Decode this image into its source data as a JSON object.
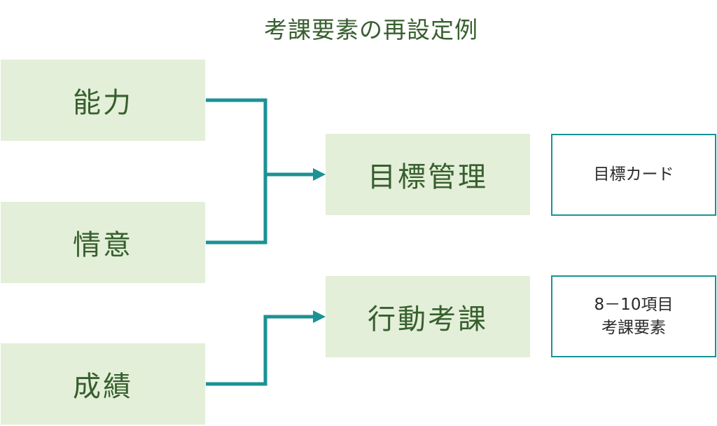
{
  "title": "考課要素の再設定例",
  "colors": {
    "text": "#375f2e",
    "box_fill": "#e3efd8",
    "connector": "#1a9296",
    "output_border": "#1a9296"
  },
  "inputs": [
    "能力",
    "情意",
    "成績"
  ],
  "targets": [
    "目標管理",
    "行動考課"
  ],
  "outputs": {
    "goal": [
      "目標カード"
    ],
    "behavior": [
      "8－10項目",
      "考課要素"
    ]
  }
}
